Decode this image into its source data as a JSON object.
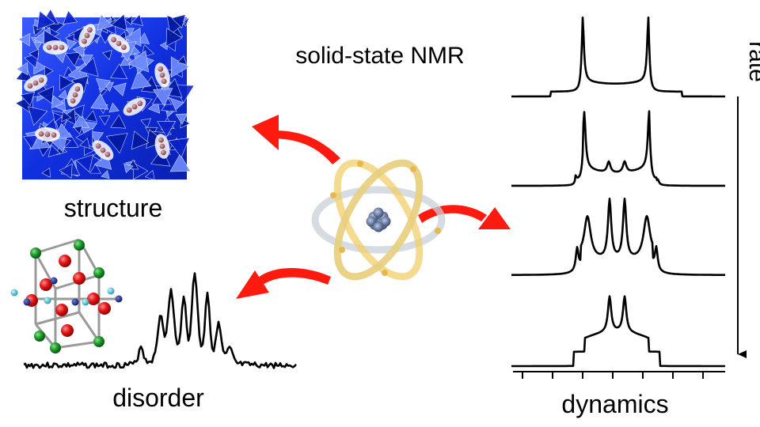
{
  "labels": {
    "title": "solid-state NMR",
    "structure": "structure",
    "disorder": "disorder",
    "dynamics": "dynamics",
    "rate": "rate"
  },
  "colors": {
    "arrow": "#ff1a0f",
    "framework": "#1030e0",
    "framework_light": "#5f7dff",
    "guest_atom": "#b06a6a",
    "orbit_gold": "#f0cf6a",
    "orbit_gray": "#c8d2d8",
    "nucleus": "#4a6590",
    "atom_red": "#e01414",
    "atom_green": "#1a9a2a",
    "atom_navy": "#1a2a8a",
    "atom_cyan": "#40c8d8",
    "line": "#000000"
  },
  "icons": {
    "framework": "zeolite-framework-icon",
    "atom": "atom-icon",
    "crystal": "crystal-lattice-icon"
  }
}
